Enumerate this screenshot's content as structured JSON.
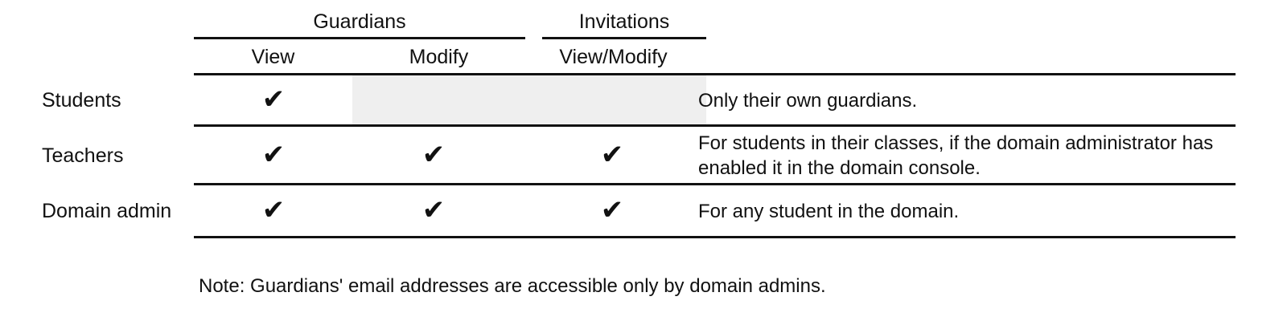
{
  "table": {
    "group_headers": [
      {
        "label": "Guardians",
        "spans": [
          "View",
          "Modify"
        ]
      },
      {
        "label": "Invitations",
        "spans": [
          "View/Modify"
        ]
      }
    ],
    "column_headers": [
      "View",
      "Modify",
      "View/Modify"
    ],
    "row_label_header": "",
    "check_glyph": "✔",
    "shaded_color": "#efefef",
    "rule_color": "#111111",
    "rows": [
      {
        "label": "Students",
        "view": true,
        "modify": false,
        "view_modify": false,
        "shaded": true,
        "note": "Only their own guardians."
      },
      {
        "label": "Teachers",
        "view": true,
        "modify": true,
        "view_modify": true,
        "shaded": false,
        "note": "For students in their classes, if the domain administrator has enabled it in the domain console."
      },
      {
        "label": "Domain admin",
        "view": true,
        "modify": true,
        "view_modify": true,
        "shaded": false,
        "note": "For any student in the domain."
      }
    ]
  },
  "footnote": "Note: Guardians' email addresses are accessible only by domain admins."
}
